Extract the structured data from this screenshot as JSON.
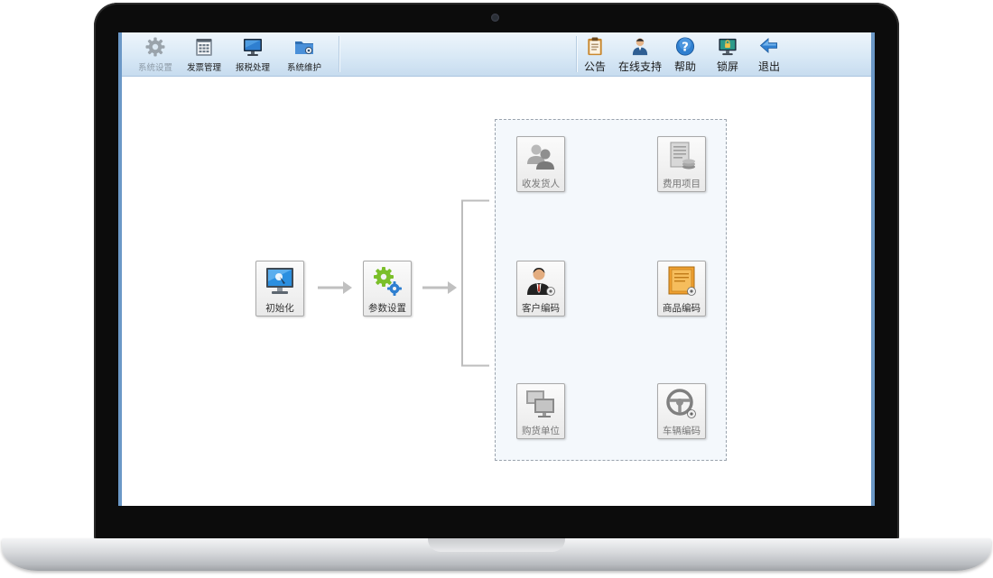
{
  "toolbar": {
    "left": [
      {
        "id": "system-settings",
        "label": "系统设置",
        "icon": "gear-icon",
        "enabled": false
      },
      {
        "id": "invoice-management",
        "label": "发票管理",
        "icon": "invoice-icon",
        "enabled": true
      },
      {
        "id": "tax-filing",
        "label": "报税处理",
        "icon": "monitor-icon",
        "enabled": true
      },
      {
        "id": "system-maintenance",
        "label": "系统维护",
        "icon": "folder-gear-icon",
        "enabled": true
      }
    ],
    "right": [
      {
        "id": "announcement",
        "label": "公告",
        "icon": "clipboard-icon"
      },
      {
        "id": "online-support",
        "label": "在线支持",
        "icon": "support-person-icon"
      },
      {
        "id": "help",
        "label": "帮助",
        "icon": "help-icon"
      },
      {
        "id": "lock-screen",
        "label": "锁屏",
        "icon": "lock-screen-icon"
      },
      {
        "id": "exit",
        "label": "退出",
        "icon": "exit-arrow-icon"
      }
    ]
  },
  "flow": {
    "steps": [
      {
        "id": "initialize",
        "label": "初始化",
        "icon": "init-monitor-icon"
      },
      {
        "id": "parameter-settings",
        "label": "参数设置",
        "icon": "gears-icon"
      }
    ],
    "items": [
      {
        "id": "consignor-consignee",
        "label": "收发货人",
        "icon": "people-icon",
        "active": false
      },
      {
        "id": "expense-items",
        "label": "费用项目",
        "icon": "document-coins-icon",
        "active": false
      },
      {
        "id": "customer-code",
        "label": "客户编码",
        "icon": "businessman-icon",
        "active": true
      },
      {
        "id": "product-code",
        "label": "商品编码",
        "icon": "product-box-icon",
        "active": true
      },
      {
        "id": "purchaser-unit",
        "label": "购货单位",
        "icon": "computers-icon",
        "active": false
      },
      {
        "id": "vehicle-code",
        "label": "车辆编码",
        "icon": "steering-wheel-icon",
        "active": false
      }
    ]
  },
  "colors": {
    "toolbar_top": "#eef5fb",
    "toolbar_bottom": "#c7dcef",
    "screen_border": "#6b98c7",
    "panel_bg": "#f4f8fc",
    "product_orange": "#f0a030",
    "arrow_gray": "#b8b8b8"
  }
}
